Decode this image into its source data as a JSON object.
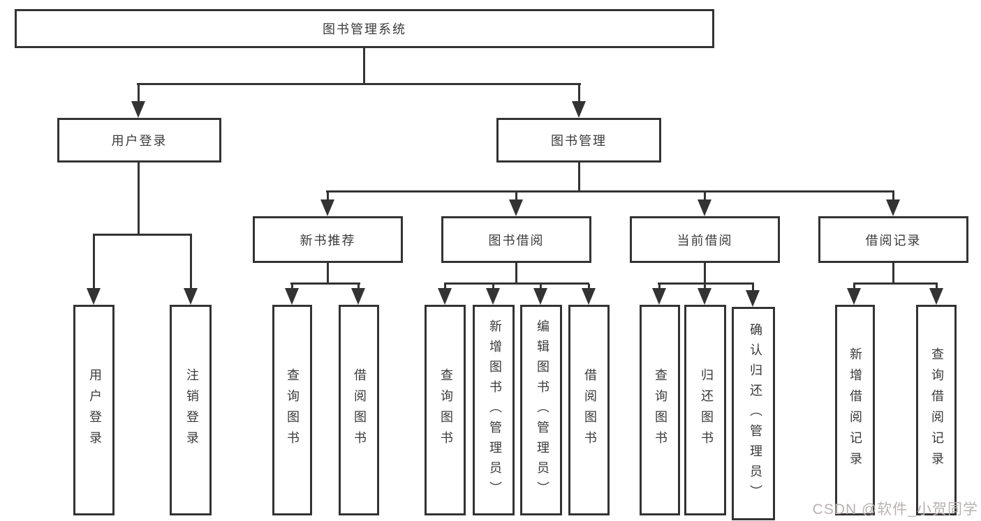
{
  "diagram": {
    "root": {
      "label": "图书管理系统"
    },
    "level2": [
      {
        "label": "用户登录"
      },
      {
        "label": "图书管理"
      }
    ],
    "level3": [
      {
        "label": "新书推荐"
      },
      {
        "label": "图书借阅"
      },
      {
        "label": "当前借阅"
      },
      {
        "label": "借阅记录"
      }
    ],
    "leaves": {
      "login": [
        "用户登录",
        "注销登录"
      ],
      "new_books": [
        "查询图书",
        "借阅图书"
      ],
      "borrow": [
        "查询图书",
        "新增图书（管理员）",
        "编辑图书（管理员）",
        "借阅图书"
      ],
      "current": [
        "查询图书",
        "归还图书",
        "确认归还（管理员）"
      ],
      "records": [
        "新增借阅记录",
        "查询借阅记录"
      ]
    }
  },
  "watermark": {
    "text": "CSDN @软件_小贺同学"
  },
  "colors": {
    "line": "#333333",
    "text": "#3a3a3a",
    "watermark": "#b9b1b1",
    "background": "#ffffff"
  }
}
